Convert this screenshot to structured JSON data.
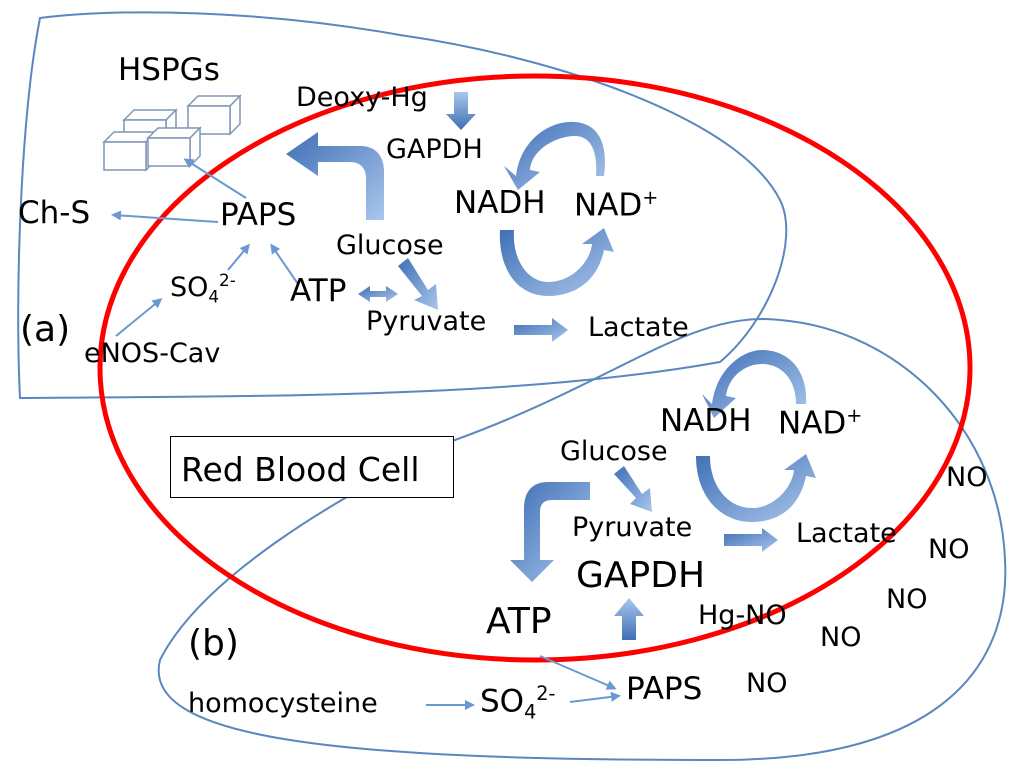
{
  "colors": {
    "membrane": "#ff0000",
    "outline": "#5b86be",
    "arrow": "#6a98d2"
  },
  "cell_label": "Red Blood Cell",
  "panel_a": {
    "tag": "(a)",
    "hspgs": "HSPGs",
    "deoxy_hg": "Deoxy-Hg",
    "gapdh": "GAPDH",
    "nadh": "NADH",
    "nad": "NAD",
    "nad_sup": "+",
    "chs": "Ch-S",
    "paps": "PAPS",
    "glucose": "Glucose",
    "so4": "SO",
    "so4_sub": "4",
    "so4_sup": "2-",
    "atp": "ATP",
    "pyruvate": "Pyruvate",
    "lactate": "Lactate",
    "enos": "eNOS-Cav"
  },
  "panel_b": {
    "tag": "(b)",
    "nadh": "NADH",
    "nad": "NAD",
    "nad_sup": "+",
    "glucose": "Glucose",
    "no": "NO",
    "pyruvate": "Pyruvate",
    "lactate": "Lactate",
    "gapdh": "GAPDH",
    "atp": "ATP",
    "hg_no": "Hg-NO",
    "homocysteine": "homocysteine",
    "so4": "SO",
    "so4_sub": "4",
    "so4_sup": "2-",
    "paps": "PAPS"
  }
}
